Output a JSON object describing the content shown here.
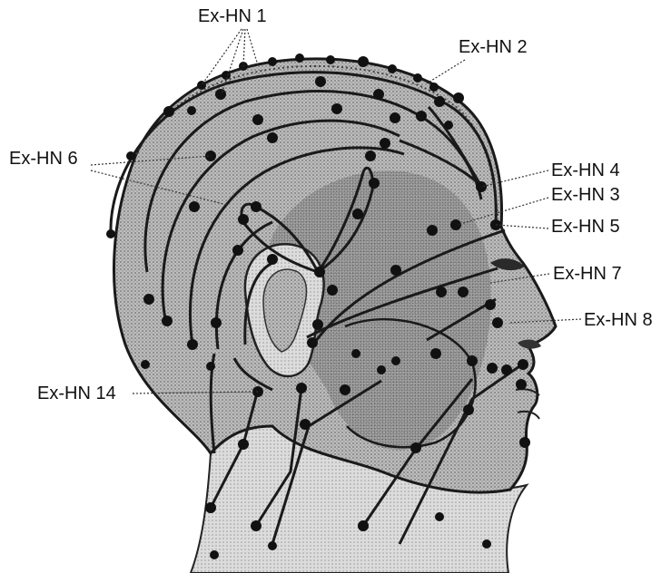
{
  "labels": {
    "exhn1": "Ex-HN 1",
    "exhn2": "Ex-HN 2",
    "exhn3": "Ex-HN 3",
    "exhn4": "Ex-HN 4",
    "exhn5": "Ex-HN 5",
    "exhn6": "Ex-HN 6",
    "exhn7": "Ex-HN 7",
    "exhn8": "Ex-HN 8",
    "exhn14": "Ex-HN 14"
  },
  "colors": {
    "skin_shading": "#a8a8a8",
    "head_dark_region": "#7d7d7d",
    "meridian_line": "#1a1a1a",
    "acupoint": "#111111",
    "label_text": "#111111",
    "leader_line": "#333333"
  }
}
